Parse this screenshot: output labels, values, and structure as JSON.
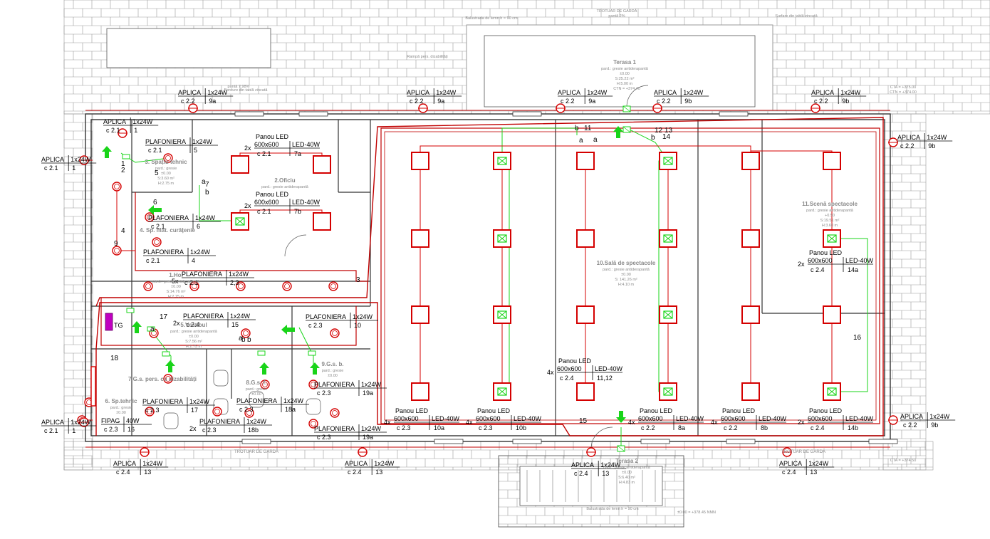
{
  "colors": {
    "wall": "#c00000",
    "circuit": "#d40000",
    "green": "#19d419",
    "grid": "#9a9a9a",
    "text": "#000000",
    "magenta": "#c000c0"
  },
  "rooms": [
    {
      "id": "terasa1",
      "name": "Terasa 1",
      "sub": "pard.: gresie antiderapantă",
      "a": "±0.00",
      "s": "S:25.22 m²",
      "h": "H:5.00 m"
    },
    {
      "id": "oficiu",
      "name": "2.Oficiu",
      "sub": "pard.: gresie antiderapantă",
      "a": "",
      "s": "",
      "h": ""
    },
    {
      "id": "spatiu",
      "name": "3. Spațiu tehnic",
      "sub": "pard.: gresie",
      "a": "±0.00",
      "s": "S:3.60 m²",
      "h": "H:2.75 m"
    },
    {
      "id": "curatenie",
      "name": "4. Sp. mat. curățenie",
      "sub": "",
      "a": "",
      "s": "",
      "h": ""
    },
    {
      "id": "hol",
      "name": "1.Hol",
      "sub": "pard.: gresie antiderapantă",
      "a": "±0.00",
      "s": "S:14.76 m²",
      "h": "H:2.75 m"
    },
    {
      "id": "sala",
      "name": "10.Sală de spectacole",
      "sub": "pard.: gresie antiderapantă",
      "a": "±0.00",
      "s": "S: 141.26 m²",
      "h": "H:4.10 m"
    },
    {
      "id": "scena",
      "name": "11.Scenă spectacole",
      "sub": "pard.: gresie antiderapantă",
      "a": "+0.50",
      "s": "S:19.51 m²",
      "h": "H:3.60 m"
    },
    {
      "id": "terasa2",
      "name": "Terasa 2",
      "sub": "pard.: gresie antiderapantă",
      "a": "±0.00",
      "s": "S:6.40 m²",
      "h": "H:4.83 m"
    },
    {
      "id": "gsp",
      "name": "7.G.s. pers. cu dizabilități",
      "sub": "",
      "a": "",
      "s": "",
      "h": ""
    },
    {
      "id": "gsf",
      "name": "8.G.s. f.",
      "sub": "pard.: gresie",
      "a": "±0.00",
      "s": "",
      "h": ""
    },
    {
      "id": "gsb",
      "name": "9.G.s. b.",
      "sub": "pard.: gresie",
      "a": "±0.00",
      "s": "",
      "h": ""
    },
    {
      "id": "spt",
      "name": "6. Sp.tehnic",
      "sub": "pard.: gresie",
      "a": "±0.00",
      "s": "",
      "h": ""
    },
    {
      "id": "vestibul",
      "name": "5.Vestibul",
      "sub": "pard.: gresie antiderapantă",
      "a": "±0.00",
      "s": "S:7.56 m²",
      "h": "H:2.75 m"
    }
  ],
  "site_texts": [
    "TROTUAR DE GARDĂ",
    "pantă 2%",
    "Balustrada de lemn h = 90 cm",
    "Rampă pers. dizabilități",
    "pantă 7.98%",
    "Bordure din tablă zincată",
    "Surfare din tablă zincată",
    "±0.00 = +378.45 NMN",
    "CTN = +374.40",
    "CTA = +375.00",
    "CTN = +374.00",
    "CTA = +374.50"
  ],
  "appliques": [
    {
      "k": "a1",
      "type": "APLICA",
      "spec": "1x24W",
      "c": "c 2.2",
      "n": "9a"
    },
    {
      "k": "a2",
      "type": "APLICA",
      "spec": "1x24W",
      "c": "c 2.2",
      "n": "9a"
    },
    {
      "k": "a3",
      "type": "APLICA",
      "spec": "1x24W",
      "c": "c 2.2",
      "n": "9a"
    },
    {
      "k": "a4",
      "type": "APLICA",
      "spec": "1x24W",
      "c": "c 2.2",
      "n": "9b"
    },
    {
      "k": "a5",
      "type": "APLICA",
      "spec": "1x24W",
      "c": "c 2.2",
      "n": "9b"
    },
    {
      "k": "a6",
      "type": "APLICA",
      "spec": "1x24W",
      "c": "c 2.2",
      "n": "9b"
    },
    {
      "k": "a7",
      "type": "APLICA",
      "spec": "1x24W",
      "c": "c 2.1",
      "n": "1"
    },
    {
      "k": "a8",
      "type": "APLICA",
      "spec": "1x24W",
      "c": "c 2.1",
      "n": "1"
    },
    {
      "k": "a9",
      "type": "APLICA",
      "spec": "1x24W",
      "c": "c 2.1",
      "n": "1"
    },
    {
      "k": "a10",
      "type": "APLICA",
      "spec": "1x24W",
      "c": "c 2.2",
      "n": "9b"
    },
    {
      "k": "a11",
      "type": "APLICA",
      "spec": "1x24W",
      "c": "c 2.4",
      "n": "13"
    },
    {
      "k": "a12",
      "type": "APLICA",
      "spec": "1x24W",
      "c": "c 2.4",
      "n": "13"
    },
    {
      "k": "a13",
      "type": "APLICA",
      "spec": "1x24W",
      "c": "c 2.4",
      "n": "13"
    },
    {
      "k": "a14",
      "type": "APLICA",
      "spec": "1x24W",
      "c": "c 2.4",
      "n": "13"
    }
  ],
  "plafoniere": [
    {
      "k": "p1",
      "pre": "",
      "type": "PLAFONIERA",
      "spec": "1x24W",
      "c": "c 2.1",
      "n": "5"
    },
    {
      "k": "p2",
      "pre": "",
      "type": "PLAFONIERA",
      "spec": "1x24W",
      "c": "c 2.1",
      "n": "6"
    },
    {
      "k": "p3",
      "pre": "",
      "type": "PLAFONIERA",
      "spec": "1x24W",
      "c": "c 2.1",
      "n": "4"
    },
    {
      "k": "p4",
      "pre": "5x",
      "type": "PLAFONIERA",
      "spec": "1x24W",
      "c": "c 2.1",
      "n": "2,3"
    },
    {
      "k": "p5",
      "pre": "2x",
      "type": "PLAFONIERA",
      "spec": "1x24W",
      "c": "c 2.4",
      "n": "15"
    },
    {
      "k": "p6",
      "pre": "",
      "type": "PLAFONIERA",
      "spec": "1x24W",
      "c": "c 2.3",
      "n": "10"
    },
    {
      "k": "p7",
      "pre": "",
      "type": "PLAFONIERA",
      "spec": "1x24W",
      "c": "c 2.3",
      "n": "17"
    },
    {
      "k": "p8",
      "pre": "",
      "type": "PLAFONIERA",
      "spec": "1x24W",
      "c": "c 2.3",
      "n": "18a"
    },
    {
      "k": "p9",
      "pre": "2x",
      "type": "PLAFONIERA",
      "spec": "1x24W",
      "c": "c 2.3",
      "n": "18b"
    },
    {
      "k": "p10",
      "pre": "",
      "type": "PLAFONIERA",
      "spec": "1x24W",
      "c": "c 2.3",
      "n": "19a"
    },
    {
      "k": "p11",
      "pre": "",
      "type": "PLAFONIERA",
      "spec": "1x24W",
      "c": "c 2.3",
      "n": "19a"
    },
    {
      "k": "p12",
      "pre": "",
      "type": "FIPAG",
      "spec": "40W",
      "c": "c 2.3",
      "n": "16"
    }
  ],
  "panels": [
    {
      "k": "L1",
      "pre": "2x",
      "top": "Panou LED",
      "size": "600x600",
      "spec": "LED-40W",
      "c": "c 2.1",
      "n": "7a"
    },
    {
      "k": "L2",
      "pre": "2x",
      "top": "Panou LED",
      "size": "600x600",
      "spec": "LED-40W",
      "c": "c 2.1",
      "n": "7b"
    },
    {
      "k": "L3",
      "pre": "4x",
      "top": "Panou LED",
      "size": "600x600",
      "spec": "LED-40W",
      "c": "c 2.3",
      "n": "10a"
    },
    {
      "k": "L4",
      "pre": "4x",
      "top": "Panou LED",
      "size": "600x600",
      "spec": "LED-40W",
      "c": "c 2.3",
      "n": "10b"
    },
    {
      "k": "L5",
      "pre": "4x",
      "top": "Panou LED",
      "size": "600x600",
      "spec": "LED-40W",
      "c": "c 2.4",
      "n": "11,12"
    },
    {
      "k": "L6",
      "pre": "4x",
      "top": "Panou LED",
      "size": "600x600",
      "spec": "LED-40W",
      "c": "c 2.2",
      "n": "8a"
    },
    {
      "k": "L7",
      "pre": "4x",
      "top": "Panou LED",
      "size": "600x600",
      "spec": "LED-40W",
      "c": "c 2.2",
      "n": "8b"
    },
    {
      "k": "L8",
      "pre": "2x",
      "top": "Panou LED",
      "size": "600x600",
      "spec": "LED-40W",
      "c": "c 2.4",
      "n": "14a"
    },
    {
      "k": "L9",
      "pre": "2x",
      "top": "Panou LED",
      "size": "600x600",
      "spec": "LED-40W",
      "c": "c 2.4",
      "n": "14b"
    }
  ],
  "switch_marks": [
    "1",
    "2",
    "3",
    "4",
    "5",
    "6",
    "7",
    "a",
    "b",
    "9",
    "a",
    "b",
    "11",
    "a",
    "b",
    "12 13",
    "14",
    "15",
    "16",
    "17",
    "18",
    "a",
    "b",
    "a",
    "b"
  ],
  "panel_tag": "TG"
}
